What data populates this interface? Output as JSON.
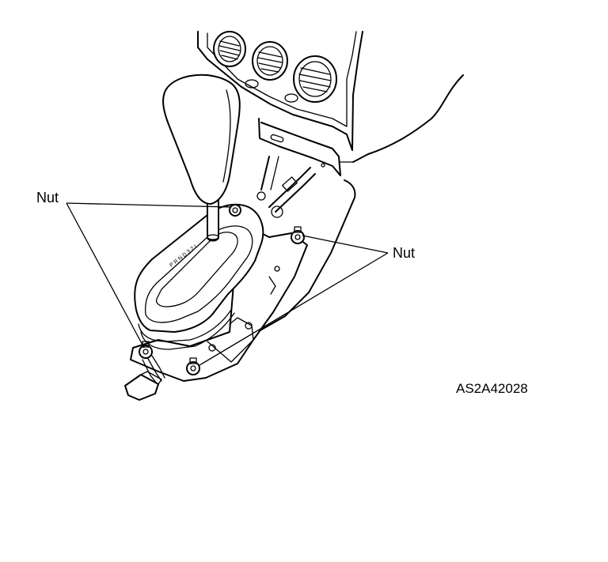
{
  "diagram": {
    "labels": {
      "nut_left": "Nut",
      "nut_right": "Nut",
      "figure_code": "AS2A42028"
    },
    "parts": [
      "dashboard-vents",
      "shift-knob",
      "shift-lever",
      "selector-housing",
      "shift-cable",
      "mounting-nuts",
      "wiring-connector"
    ]
  }
}
